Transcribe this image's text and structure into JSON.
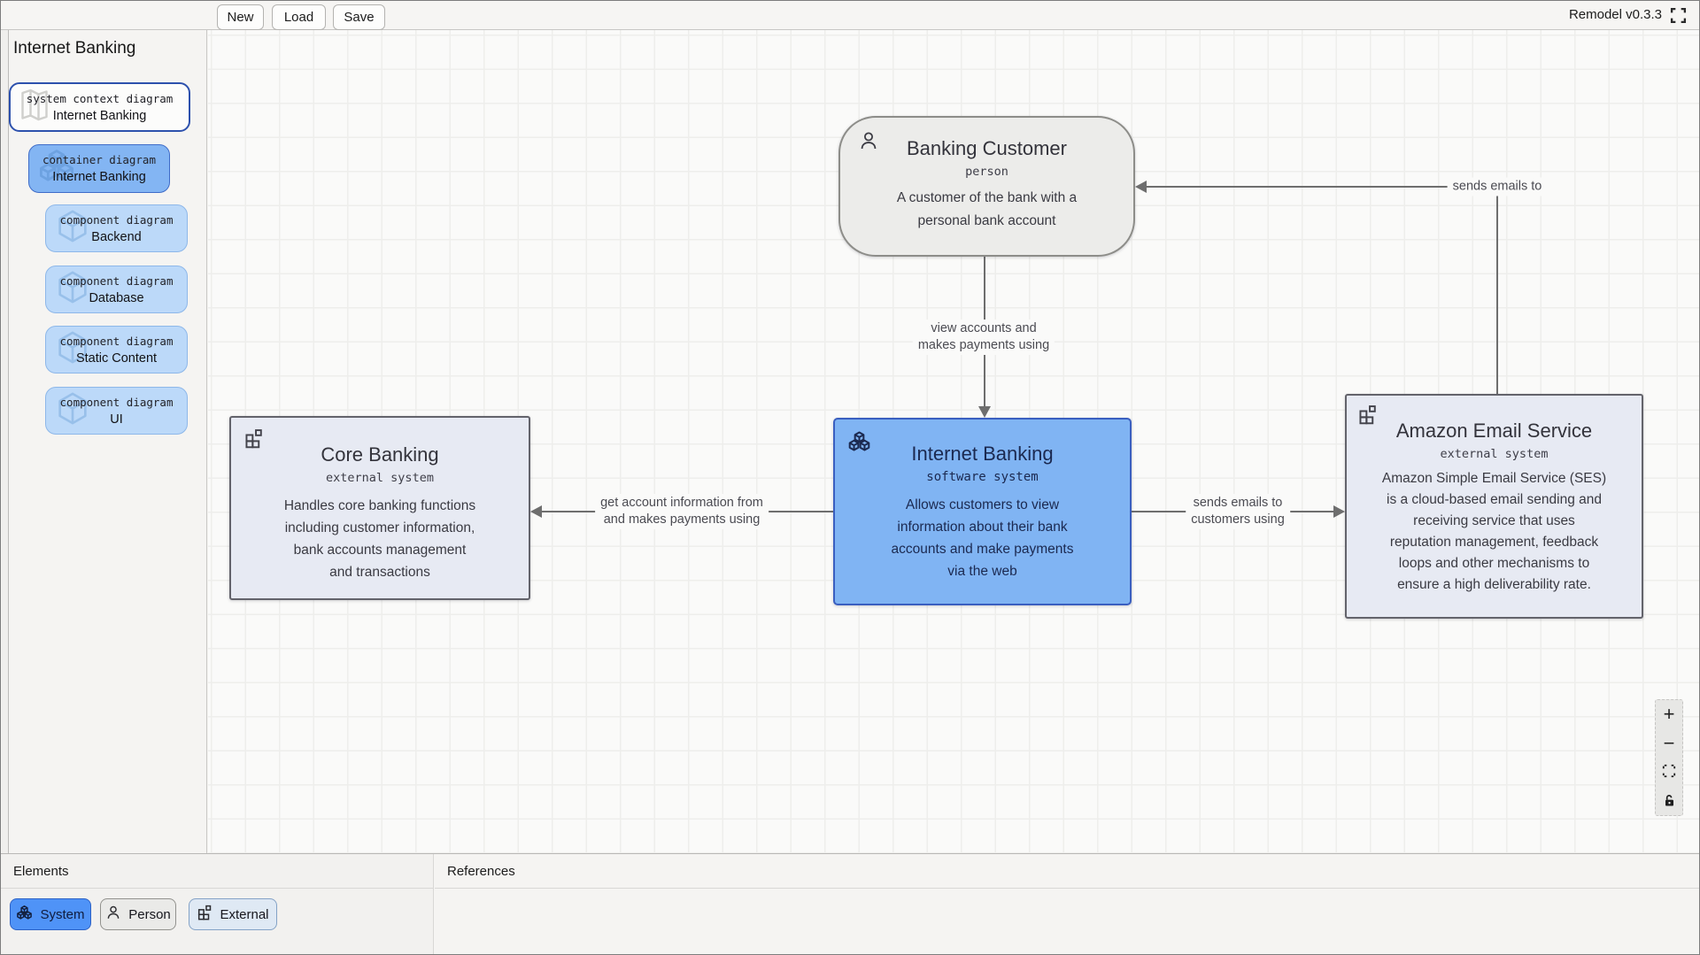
{
  "app": {
    "version_label": "Remodel v0.3.3"
  },
  "toolbar": {
    "new": "New",
    "load": "Load",
    "save": "Save"
  },
  "sidebar": {
    "title": "Internet Banking",
    "items": [
      {
        "kind": "system context diagram",
        "label": "Internet Banking"
      },
      {
        "kind": "container diagram",
        "label": "Internet Banking"
      },
      {
        "kind": "component diagram",
        "label": "Backend"
      },
      {
        "kind": "component diagram",
        "label": "Database"
      },
      {
        "kind": "component diagram",
        "label": "Static Content"
      },
      {
        "kind": "component diagram",
        "label": "UI"
      }
    ]
  },
  "canvas": {
    "nodes": {
      "banking_customer": {
        "title": "Banking Customer",
        "subtitle": "person",
        "description": "A customer of the bank with a\npersonal bank account"
      },
      "core_banking": {
        "title": "Core Banking",
        "subtitle": "external system",
        "description": "Handles core banking functions\nincluding customer information,\nbank accounts management\nand transactions"
      },
      "internet_banking": {
        "title": "Internet Banking",
        "subtitle": "software system",
        "description": "Allows customers to view\ninformation about their bank\naccounts and make payments\nvia the web"
      },
      "amazon_email": {
        "title": "Amazon Email Service",
        "subtitle": "external system",
        "description": "Amazon Simple Email Service (SES)\nis a cloud-based email sending and\nreceiving service that uses\nreputation management, feedback\nloops and other mechanisms to\nensure a high deliverability rate."
      }
    },
    "edges": {
      "customer_to_ib": "view accounts and\nmakes payments using",
      "ib_to_core": "get account information from\nand makes payments using",
      "ib_to_email": "sends emails to\ncustomers using",
      "email_to_customer": "sends emails to"
    }
  },
  "zoom_controls": {
    "zoom_in": "+",
    "zoom_out": "−"
  },
  "bottom_panel": {
    "elements_title": "Elements",
    "references_title": "References",
    "buttons": [
      {
        "label": "System"
      },
      {
        "label": "Person"
      },
      {
        "label": "External"
      }
    ]
  },
  "colors": {
    "selected_node_fill": "#80b4f3",
    "selected_node_border": "#3a5fc0",
    "external_node_fill": "#e7eaf3",
    "person_node_fill": "#ececea",
    "sidebar_container_fill": "#83b5f3",
    "sidebar_component_fill": "#bcd9f9",
    "system_button_fill": "#4f93f7",
    "edge_stroke": "#6e6e6e"
  }
}
